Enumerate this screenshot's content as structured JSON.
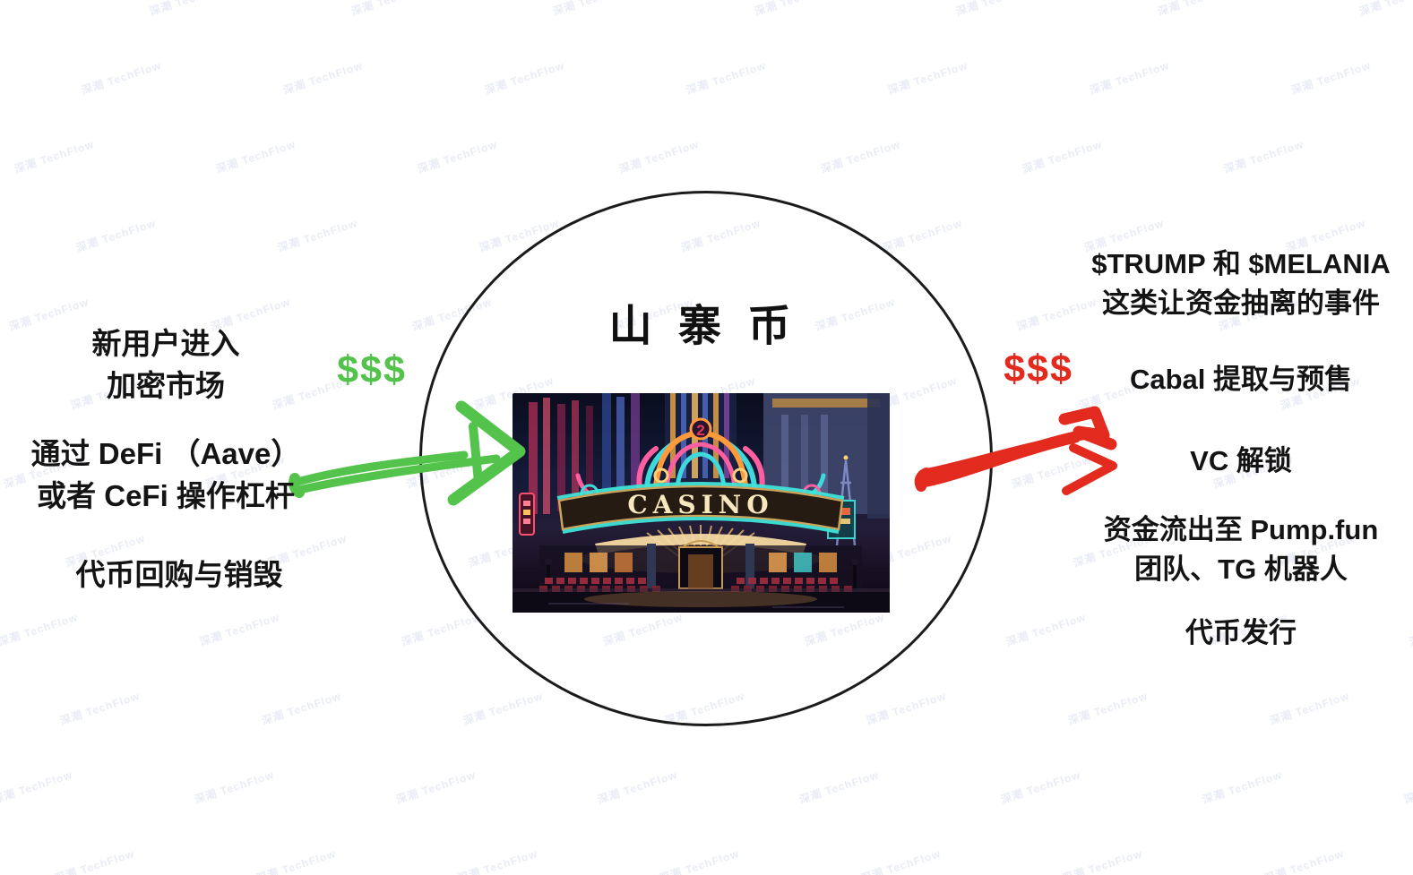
{
  "watermark": {
    "text": "深潮 TechFlow",
    "color": "#e9ecf6"
  },
  "title": "山 寨 币",
  "money_in": "$$$",
  "money_out": "$$$",
  "left_notes": [
    {
      "lines": [
        "新用户进入",
        "加密市场"
      ]
    },
    {
      "lines": [
        "通过 DeFi （Aave）",
        "或者 CeFi 操作杠杆"
      ]
    },
    {
      "lines": [
        "代币回购与销毁"
      ]
    }
  ],
  "right_notes": [
    {
      "lines": [
        "$TRUMP 和 $MELANIA",
        "这类让资金抽离的事件"
      ]
    },
    {
      "lines": [
        "Cabal 提取与预售"
      ]
    },
    {
      "lines": [
        "VC 解锁"
      ]
    },
    {
      "lines": [
        "资金流出至 Pump.fun",
        "团队、TG 机器人"
      ]
    },
    {
      "lines": [
        "代币发行"
      ]
    }
  ],
  "casino": {
    "sign": "CASINO",
    "marquee_number": "2"
  },
  "colors": {
    "inflow_green": "#53c34c",
    "outflow_red": "#e22a1e",
    "circle_stroke": "#1b1b1b",
    "casino_sign_text": "#f8e8bd"
  }
}
